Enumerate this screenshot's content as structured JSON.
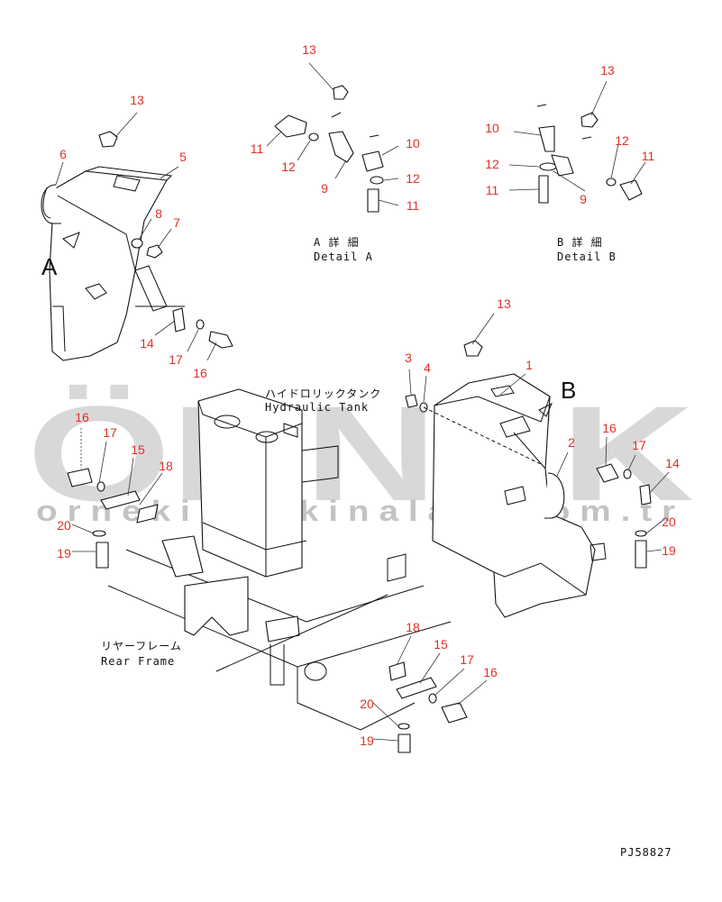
{
  "watermark": {
    "brand": "ÖRNEK",
    "url": "ornekismakinalari.com.tr"
  },
  "labels": {
    "detail_a_jp": "A 詳 細",
    "detail_a_en": "Detail A",
    "detail_b_jp": "B 詳 細",
    "detail_b_en": "Detail B",
    "tank_jp": "ハイドロリックタンク",
    "tank_en": "Hydraulic Tank",
    "frame_jp": "リヤーフレーム",
    "frame_en": "Rear Frame",
    "view_a": "A",
    "view_b": "B",
    "drawing_no": "PJ58827"
  },
  "callouts": {
    "c1": "13",
    "c2": "6",
    "c3": "5",
    "c4": "8",
    "c5": "7",
    "c6": "14",
    "c7": "17",
    "c8": "16",
    "c9": "13",
    "c10": "11",
    "c11": "12",
    "c12": "9",
    "c13": "10",
    "c14": "12",
    "c15": "11",
    "c16": "13",
    "c17": "10",
    "c18": "12",
    "c19": "11",
    "c20": "9",
    "c21": "12",
    "c22": "11",
    "c23": "13",
    "c24": "3",
    "c25": "4",
    "c26": "1",
    "c27": "2",
    "c28": "16",
    "c29": "17",
    "c30": "14",
    "c31": "20",
    "c32": "19",
    "c33": "16",
    "c34": "17",
    "c35": "15",
    "c36": "18",
    "c37": "20",
    "c38": "19",
    "c39": "18",
    "c40": "15",
    "c41": "17",
    "c42": "16",
    "c43": "20",
    "c44": "19"
  }
}
